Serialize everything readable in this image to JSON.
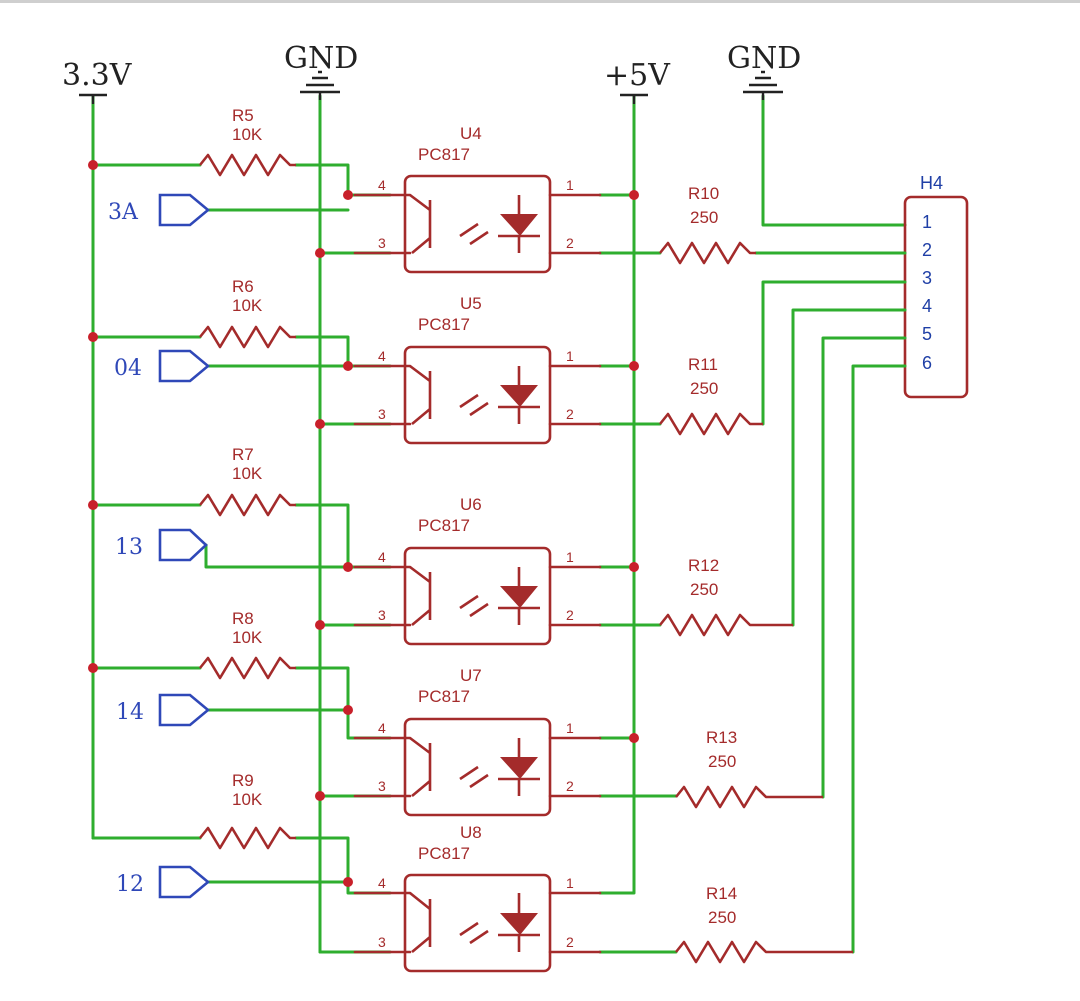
{
  "rails": [
    {
      "label": "3.3V"
    },
    {
      "label": "GND"
    },
    {
      "label": "+5V"
    },
    {
      "label": "GND"
    }
  ],
  "channels": [
    {
      "input": "3A",
      "resistor": {
        "name": "R5",
        "value": "10K"
      },
      "opto": {
        "name": "U4",
        "part": "PC817"
      },
      "load": {
        "name": "R10",
        "value": "250"
      }
    },
    {
      "input": "04",
      "resistor": {
        "name": "R6",
        "value": "10K"
      },
      "opto": {
        "name": "U5",
        "part": "PC817"
      },
      "load": {
        "name": "R11",
        "value": "250"
      }
    },
    {
      "input": "13",
      "resistor": {
        "name": "R7",
        "value": "10K"
      },
      "opto": {
        "name": "U6",
        "part": "PC817"
      },
      "load": {
        "name": "R12",
        "value": "250"
      }
    },
    {
      "input": "14",
      "resistor": {
        "name": "R8",
        "value": "10K"
      },
      "opto": {
        "name": "U7",
        "part": "PC817"
      },
      "load": {
        "name": "R13",
        "value": "250"
      }
    },
    {
      "input": "12",
      "resistor": {
        "name": "R9",
        "value": "10K"
      },
      "opto": {
        "name": "U8",
        "part": "PC817"
      },
      "load": {
        "name": "R14",
        "value": "250"
      }
    }
  ],
  "pins": {
    "p1": "1",
    "p2": "2",
    "p3": "3",
    "p4": "4"
  },
  "header": {
    "name": "H4",
    "pins": [
      "1",
      "2",
      "3",
      "4",
      "5",
      "6"
    ]
  },
  "colors": {
    "wire": "#2fae2f",
    "component": "#a42b2b",
    "junction": "#c8202a",
    "port": "#2f48b8",
    "text": "#222222"
  }
}
